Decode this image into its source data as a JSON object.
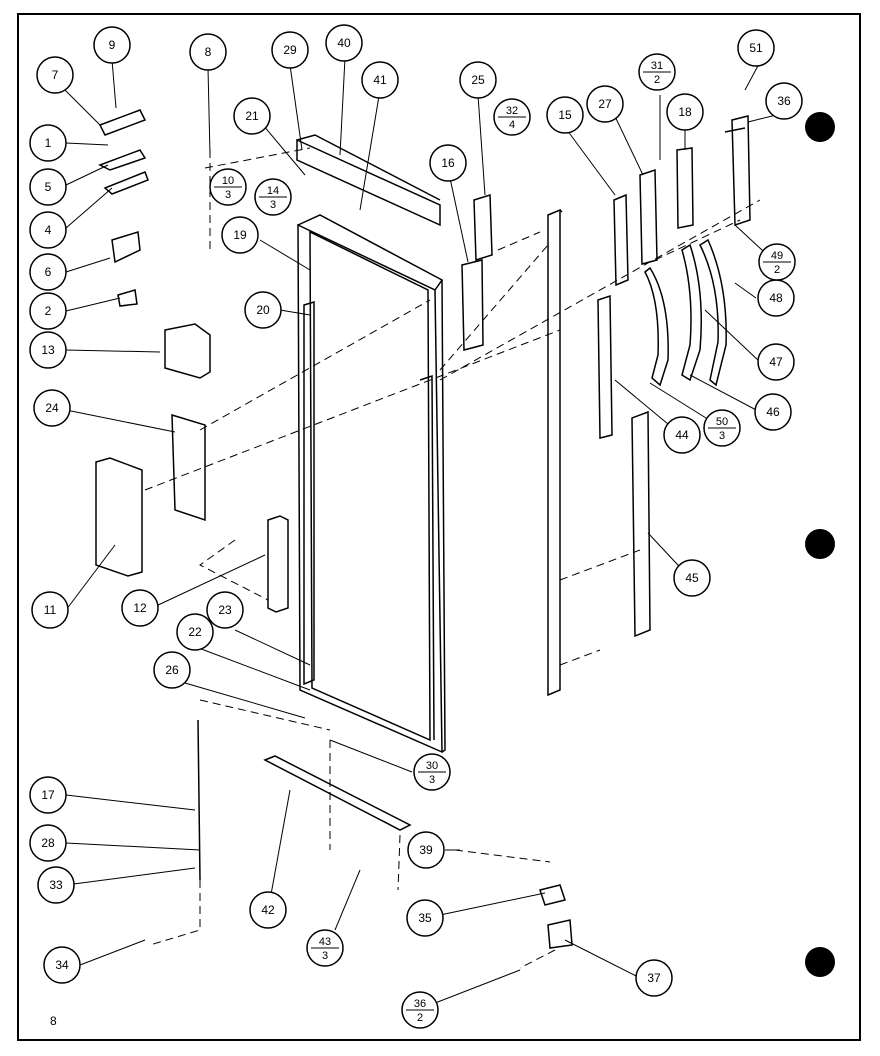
{
  "page_number": "8",
  "callouts": [
    {
      "id": "c-1",
      "text": "1"
    },
    {
      "id": "c-2",
      "text": "2"
    },
    {
      "id": "c-4",
      "text": "4"
    },
    {
      "id": "c-5",
      "text": "5"
    },
    {
      "id": "c-6",
      "text": "6"
    },
    {
      "id": "c-7",
      "text": "7"
    },
    {
      "id": "c-8",
      "text": "8"
    },
    {
      "id": "c-9",
      "text": "9"
    },
    {
      "id": "c-11",
      "text": "11"
    },
    {
      "id": "c-12",
      "text": "12"
    },
    {
      "id": "c-13",
      "text": "13"
    },
    {
      "id": "c-15",
      "text": "15"
    },
    {
      "id": "c-16",
      "text": "16"
    },
    {
      "id": "c-17",
      "text": "17"
    },
    {
      "id": "c-18",
      "text": "18"
    },
    {
      "id": "c-19",
      "text": "19"
    },
    {
      "id": "c-20",
      "text": "20"
    },
    {
      "id": "c-21",
      "text": "21"
    },
    {
      "id": "c-22",
      "text": "22"
    },
    {
      "id": "c-23",
      "text": "23"
    },
    {
      "id": "c-24",
      "text": "24"
    },
    {
      "id": "c-25",
      "text": "25"
    },
    {
      "id": "c-26",
      "text": "26"
    },
    {
      "id": "c-27",
      "text": "27"
    },
    {
      "id": "c-28",
      "text": "28"
    },
    {
      "id": "c-29",
      "text": "29"
    },
    {
      "id": "c-33",
      "text": "33"
    },
    {
      "id": "c-34",
      "text": "34"
    },
    {
      "id": "c-35",
      "text": "35"
    },
    {
      "id": "c-36",
      "text": "36"
    },
    {
      "id": "c-37",
      "text": "37"
    },
    {
      "id": "c-39",
      "text": "39"
    },
    {
      "id": "c-40",
      "text": "40"
    },
    {
      "id": "c-41",
      "text": "41"
    },
    {
      "id": "c-42",
      "text": "42"
    },
    {
      "id": "c-44",
      "text": "44"
    },
    {
      "id": "c-45",
      "text": "45"
    },
    {
      "id": "c-46",
      "text": "46"
    },
    {
      "id": "c-47",
      "text": "47"
    },
    {
      "id": "c-48",
      "text": "48"
    },
    {
      "id": "c-51",
      "text": "51"
    }
  ],
  "fraction_callouts": [
    {
      "id": "f-10-3",
      "num": "10",
      "den": "3"
    },
    {
      "id": "f-14-3",
      "num": "14",
      "den": "3"
    },
    {
      "id": "f-32-4",
      "num": "32",
      "den": "4"
    },
    {
      "id": "f-31-2",
      "num": "31",
      "den": "2"
    },
    {
      "id": "f-49-2",
      "num": "49",
      "den": "2"
    },
    {
      "id": "f-50-3",
      "num": "50",
      "den": "3"
    },
    {
      "id": "f-30-3",
      "num": "30",
      "den": "3"
    },
    {
      "id": "f-43-3",
      "num": "43",
      "den": "3"
    },
    {
      "id": "f-36-2",
      "num": "36",
      "den": "2"
    }
  ]
}
